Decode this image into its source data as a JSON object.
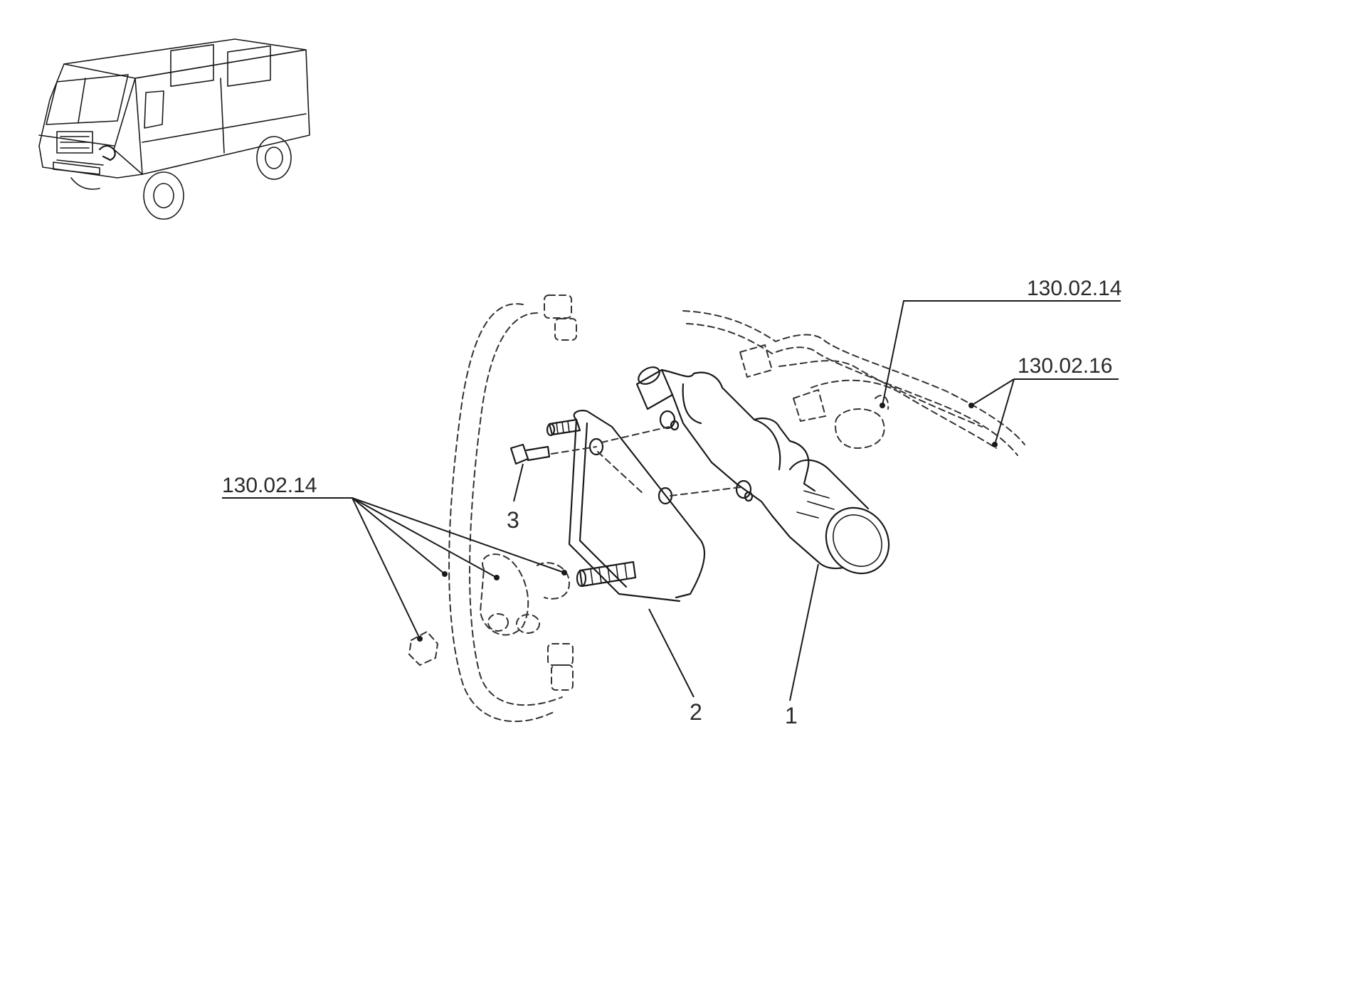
{
  "callouts": {
    "ref_top_upper": "130.02.14",
    "ref_top_lower": "130.02.16",
    "ref_left": "130.02.14",
    "part_1": "1",
    "part_2": "2",
    "part_3": "3"
  },
  "colors": {
    "line": "#1a1a1a",
    "background": "#ffffff"
  }
}
